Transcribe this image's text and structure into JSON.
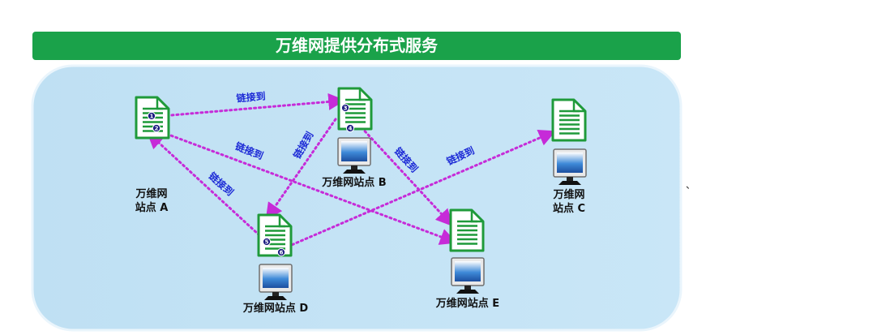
{
  "title": "万维网提供分布式服务",
  "colors": {
    "title_bar": "#1aa24a",
    "panel_fill": "#c5e4f6",
    "panel_edge": "#e6f3fb",
    "doc_stroke": "#1f9a3a",
    "link_dots": "#c62bd8",
    "link_label": "#1d2bd6",
    "marker": "#1a1a80"
  },
  "stray_mark": "、",
  "sites": [
    {
      "id": "A",
      "label_lines": [
        "万维网",
        "站点 A"
      ],
      "has_monitor": false
    },
    {
      "id": "B",
      "label_lines": [
        "万维网站点 B"
      ],
      "has_monitor": true
    },
    {
      "id": "C",
      "label_lines": [
        "万维网",
        "站点 C"
      ],
      "has_monitor": true
    },
    {
      "id": "D",
      "label_lines": [
        "万维网站点 D"
      ],
      "has_monitor": true
    },
    {
      "id": "E",
      "label_lines": [
        "万维网站点 E"
      ],
      "has_monitor": true
    }
  ],
  "links": [
    {
      "from": "A",
      "to": "B",
      "label": "链接到"
    },
    {
      "from": "A",
      "to": "E",
      "label": "链接到"
    },
    {
      "from": "B",
      "to": "D",
      "label": "链接到"
    },
    {
      "from": "B",
      "to": "E",
      "label": "链接到"
    },
    {
      "from": "D",
      "to": "A",
      "label": "链接到"
    },
    {
      "from": "D",
      "to": "C",
      "label": "链接到"
    }
  ],
  "markers": [
    "1",
    "2",
    "3",
    "4",
    "5",
    "6"
  ]
}
